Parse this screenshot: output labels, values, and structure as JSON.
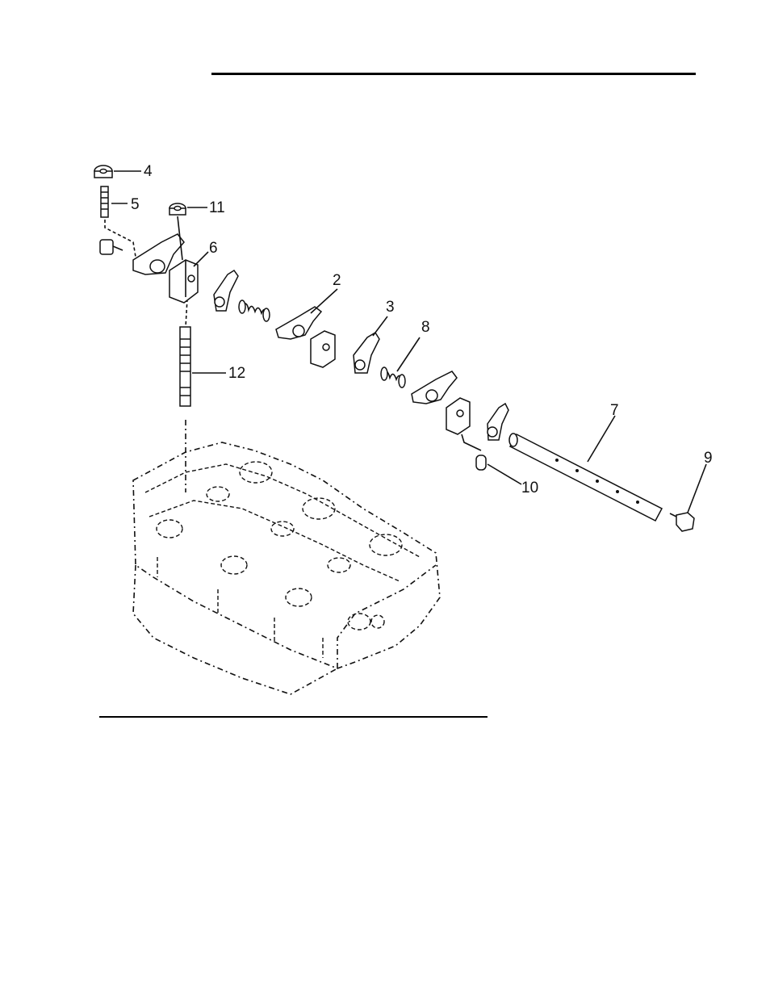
{
  "diagram": {
    "callouts": {
      "c2": "2",
      "c3": "3",
      "c4": "4",
      "c5": "5",
      "c6": "6",
      "c7": "7",
      "c8": "8",
      "c9": "9",
      "c10": "10",
      "c11": "11",
      "c12": "12"
    }
  }
}
